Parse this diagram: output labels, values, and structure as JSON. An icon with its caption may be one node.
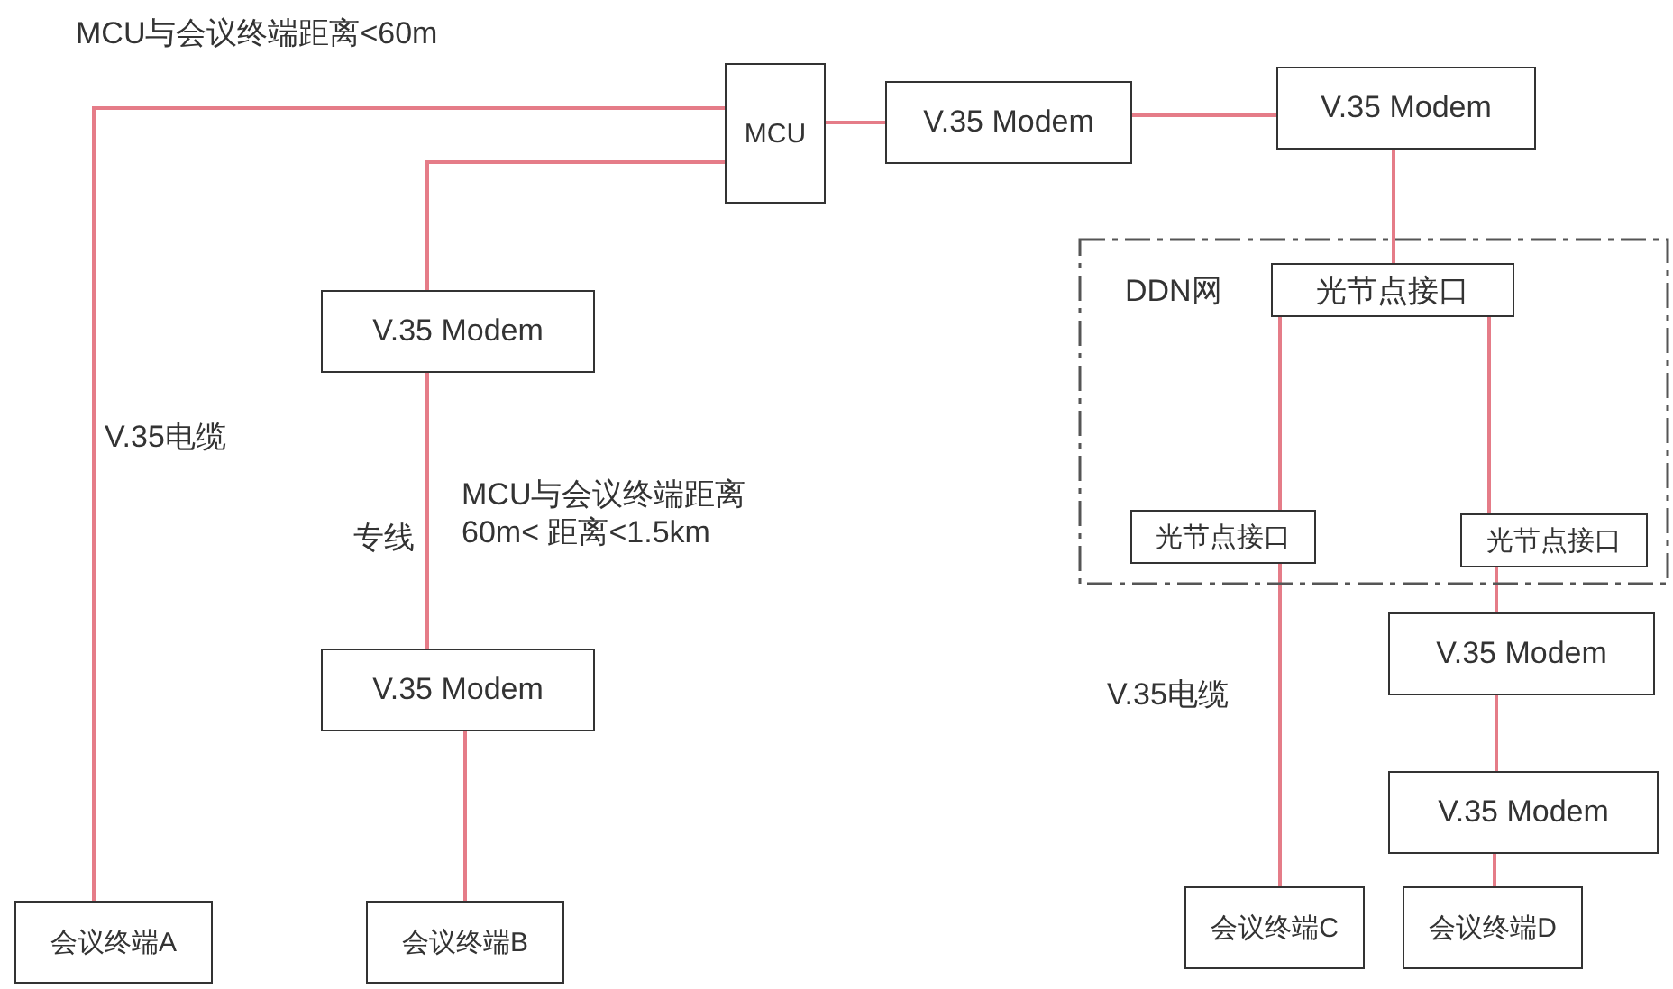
{
  "diagram": {
    "nodes": [
      {
        "text": [
          "MCU"
        ]
      },
      {
        "text": [
          "V.35 Modem"
        ]
      },
      {
        "text": [
          "V.35 Modem"
        ]
      },
      {
        "text": [
          "DDN网"
        ]
      },
      {
        "text": [
          "光节点接口"
        ],
        "in": 3
      },
      {
        "text": [
          "光节点接口"
        ],
        "in": 3
      },
      {
        "text": [
          "光节点接口"
        ],
        "in": 3
      },
      {
        "text": [
          "V.35 Modem"
        ]
      },
      {
        "text": [
          "V.35 Modem"
        ]
      },
      {
        "text": [
          "V.35 Modem"
        ]
      },
      {
        "text": [
          "V.35 Modem"
        ]
      },
      {
        "text": [
          "会议终端A"
        ]
      },
      {
        "text": [
          "会议终端B"
        ]
      },
      {
        "text": [
          "会议终端C"
        ]
      },
      {
        "text": [
          "会议终端D"
        ]
      }
    ],
    "edges": [
      {
        "from": 0,
        "to": 11,
        "arrow": "none"
      },
      {
        "from": 0,
        "to": 7,
        "arrow": "none"
      },
      {
        "from": 7,
        "to": 8,
        "arrow": "none"
      },
      {
        "from": 8,
        "to": 12,
        "arrow": "none"
      },
      {
        "from": 0,
        "to": 1,
        "arrow": "none"
      },
      {
        "from": 1,
        "to": 2,
        "arrow": "none"
      },
      {
        "from": 2,
        "to": 4,
        "arrow": "none"
      },
      {
        "from": 4,
        "to": 5,
        "arrow": "none"
      },
      {
        "from": 4,
        "to": 6,
        "arrow": "none"
      },
      {
        "from": 5,
        "to": 13,
        "arrow": "none"
      },
      {
        "from": 6,
        "to": 9,
        "arrow": "none"
      },
      {
        "from": 9,
        "to": 10,
        "arrow": "none"
      },
      {
        "from": 10,
        "to": 14,
        "arrow": "none"
      }
    ],
    "labels": [
      "MCU与会议终端距离<60m",
      "V.35电缆",
      "专线",
      "MCU与会议终端距离 60m< 距离<1.5km",
      "V.35电缆"
    ]
  }
}
